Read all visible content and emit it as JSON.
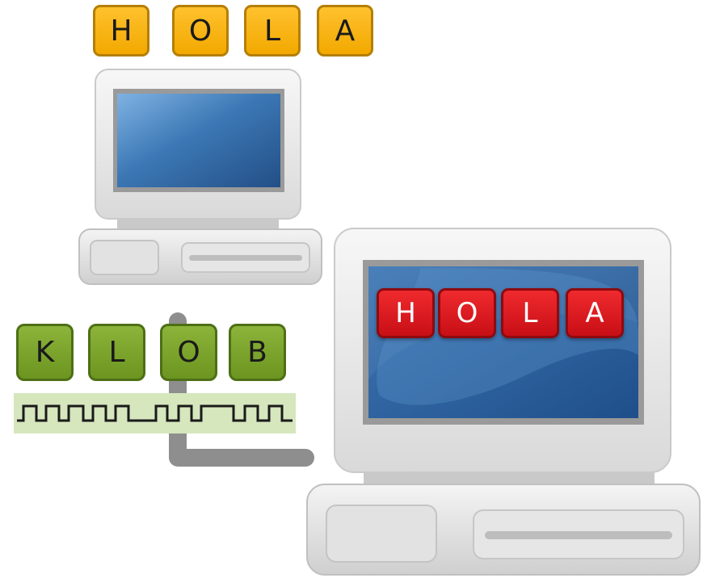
{
  "sender_message": {
    "letters": [
      "H",
      "O",
      "L",
      "A"
    ],
    "color": "#f2a900"
  },
  "encoded_message": {
    "letters": [
      "K",
      "L",
      "O",
      "B"
    ],
    "color": "#6c9520"
  },
  "received_message": {
    "letters": [
      "H",
      "O",
      "L",
      "A"
    ],
    "color": "#c80f16"
  },
  "signal": {
    "band_color": "#d6e6bd",
    "waveform_icon": "square-wave-icon"
  },
  "computers": {
    "sender": {
      "icon": "computer-icon",
      "screen_color": "#2f6aa8"
    },
    "receiver": {
      "icon": "computer-icon",
      "screen_color": "#2f6aa8"
    }
  },
  "cable": {
    "color": "#8e8e8e"
  }
}
